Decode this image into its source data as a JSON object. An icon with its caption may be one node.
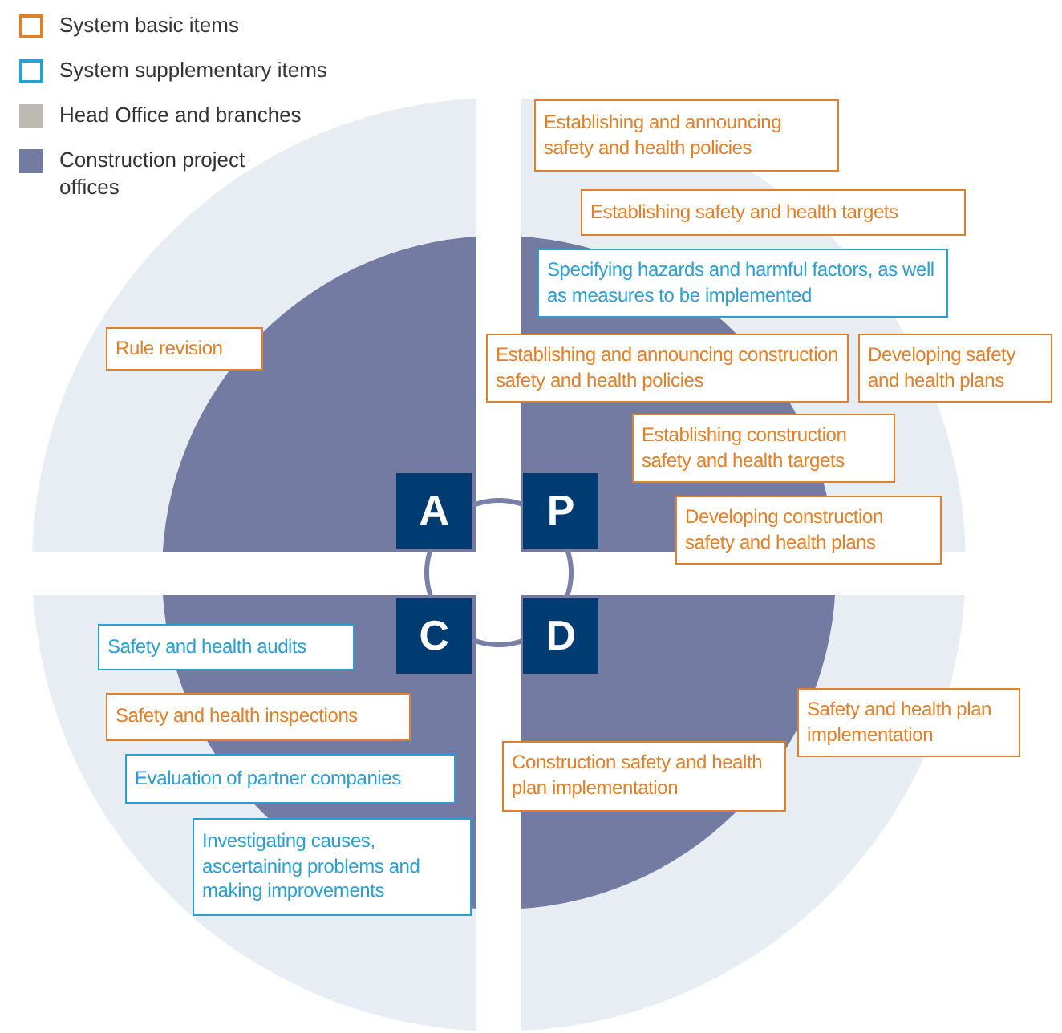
{
  "diagram": {
    "nodes": [
      {
        "text": [
          "Establishing and announcing safety and health policies"
        ]
      },
      {
        "text": [
          "Establishing safety and health targets"
        ]
      },
      {
        "text": [
          "Specifying hazards and harmful factors, as well as measures to be implemented"
        ]
      },
      {
        "text": [
          "Establishing and announcing construction safety and health policies"
        ]
      },
      {
        "text": [
          "Developing safety and health plans"
        ]
      },
      {
        "text": [
          "Rule revision"
        ]
      },
      {
        "text": [
          "Establishing construction safety and health targets"
        ]
      },
      {
        "text": [
          "Developing construction safety and health plans"
        ]
      },
      {
        "text": [
          "A"
        ]
      },
      {
        "text": [
          "P"
        ]
      },
      {
        "text": [
          "C"
        ]
      },
      {
        "text": [
          "D"
        ]
      },
      {
        "text": [
          "Safety and health audits"
        ]
      },
      {
        "text": [
          "Safety and health inspections"
        ]
      },
      {
        "text": [
          "Evaluation of partner companies"
        ]
      },
      {
        "text": [
          "Investigating causes, ascertaining problems and making improvements"
        ]
      },
      {
        "text": [
          "Construction safety and health plan implementation"
        ]
      },
      {
        "text": [
          "Safety and health plan implementation"
        ]
      }
    ],
    "edges": [
      {
        "from": 8,
        "to": 9,
        "arrow": "none"
      },
      {
        "from": 9,
        "to": 11,
        "arrow": "none"
      },
      {
        "from": 11,
        "to": 10,
        "arrow": "none"
      },
      {
        "from": 10,
        "to": 8,
        "arrow": "none"
      }
    ],
    "legend": [
      {
        "text": "System basic items",
        "color": "#e0812a"
      },
      {
        "text": "System supplementary items",
        "color": "#2a9fd2"
      },
      {
        "text": "Head Office and branches",
        "color": "#bdbab4"
      },
      {
        "text": "Construction project offices",
        "color": "#737ba3"
      }
    ]
  }
}
